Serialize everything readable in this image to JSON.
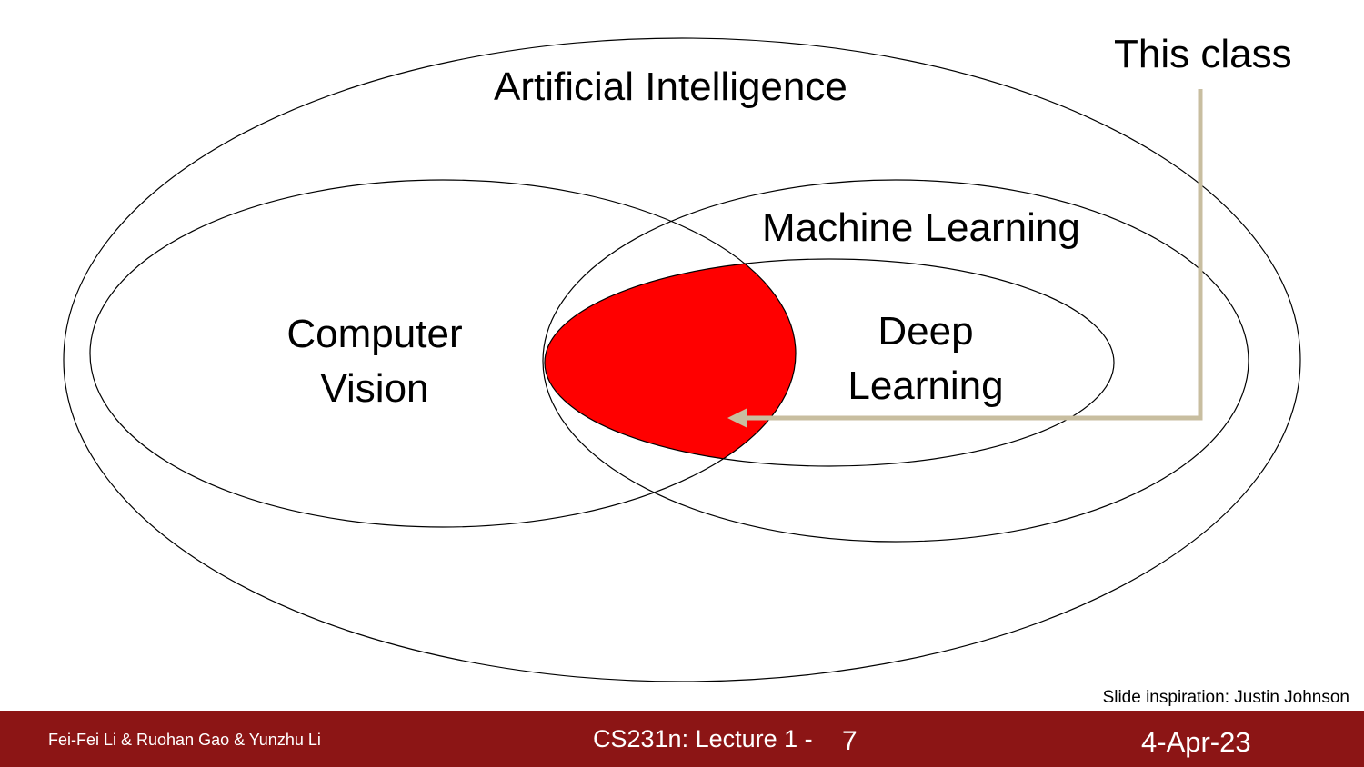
{
  "diagram": {
    "labels": {
      "ai": "Artificial Intelligence",
      "ml": "Machine Learning",
      "cv_line1": "Computer",
      "cv_line2": "Vision",
      "dl_line1": "Deep",
      "dl_line2": "Learning",
      "callout": "This class"
    },
    "colors": {
      "highlight": "#ff0000",
      "arrow": "#c8bea0",
      "outline": "#000000"
    }
  },
  "credit": "Slide inspiration: Justin Johnson",
  "footer": {
    "authors": "Fei-Fei Li & Ruohan Gao & Yunzhu Li",
    "course": "CS231n: Lecture 1 -",
    "slide_number": "7",
    "date": "4-Apr-23",
    "background": "#8c1515"
  }
}
